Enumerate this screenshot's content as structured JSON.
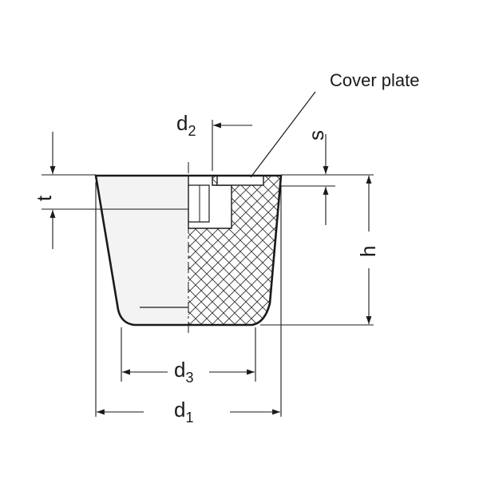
{
  "diagram": {
    "callout": {
      "text": "Cover plate"
    },
    "dimensions": {
      "d1": {
        "base": "d",
        "sub": "1"
      },
      "d2": {
        "base": "d",
        "sub": "2"
      },
      "d3": {
        "base": "d",
        "sub": "3"
      },
      "h": {
        "text": "h"
      },
      "s": {
        "text": "s"
      },
      "t": {
        "text": "t"
      }
    }
  }
}
